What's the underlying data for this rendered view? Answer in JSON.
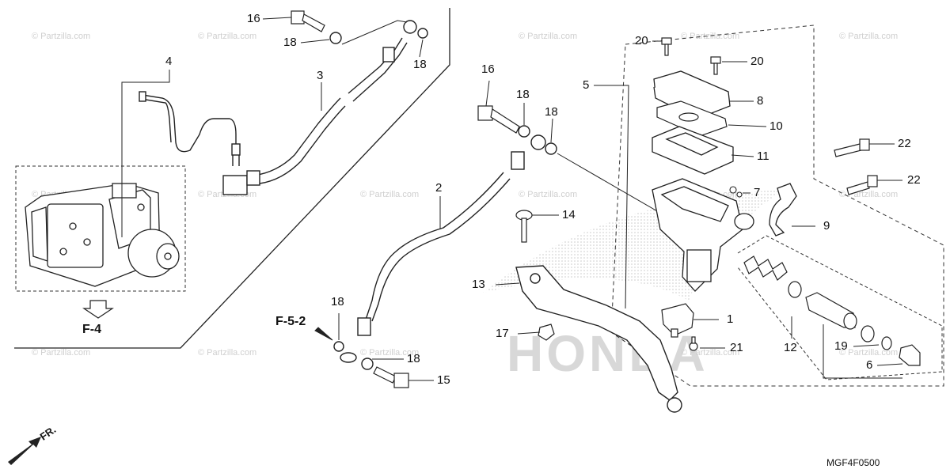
{
  "diagram": {
    "diagram_code": "MGF4F0500",
    "watermark_text": "© Partzilla.com",
    "brand_watermark": "HONDA",
    "front_indicator": "FR.",
    "references": [
      "F-4",
      "F-5-2"
    ],
    "callouts": {
      "c1": "1",
      "c2": "2",
      "c3": "3",
      "c4": "4",
      "c5": "5",
      "c6": "6",
      "c7": "7",
      "c8": "8",
      "c9": "9",
      "c10": "10",
      "c11": "11",
      "c12": "12",
      "c13": "13",
      "c14": "14",
      "c15": "15",
      "c16a": "16",
      "c16b": "16",
      "c17": "17",
      "c18a": "18",
      "c18b": "18",
      "c18c": "18",
      "c18d": "18",
      "c18e": "18",
      "c18f": "18",
      "c19": "19",
      "c20a": "20",
      "c20b": "20",
      "c21": "21",
      "c22a": "22",
      "c22b": "22"
    }
  }
}
